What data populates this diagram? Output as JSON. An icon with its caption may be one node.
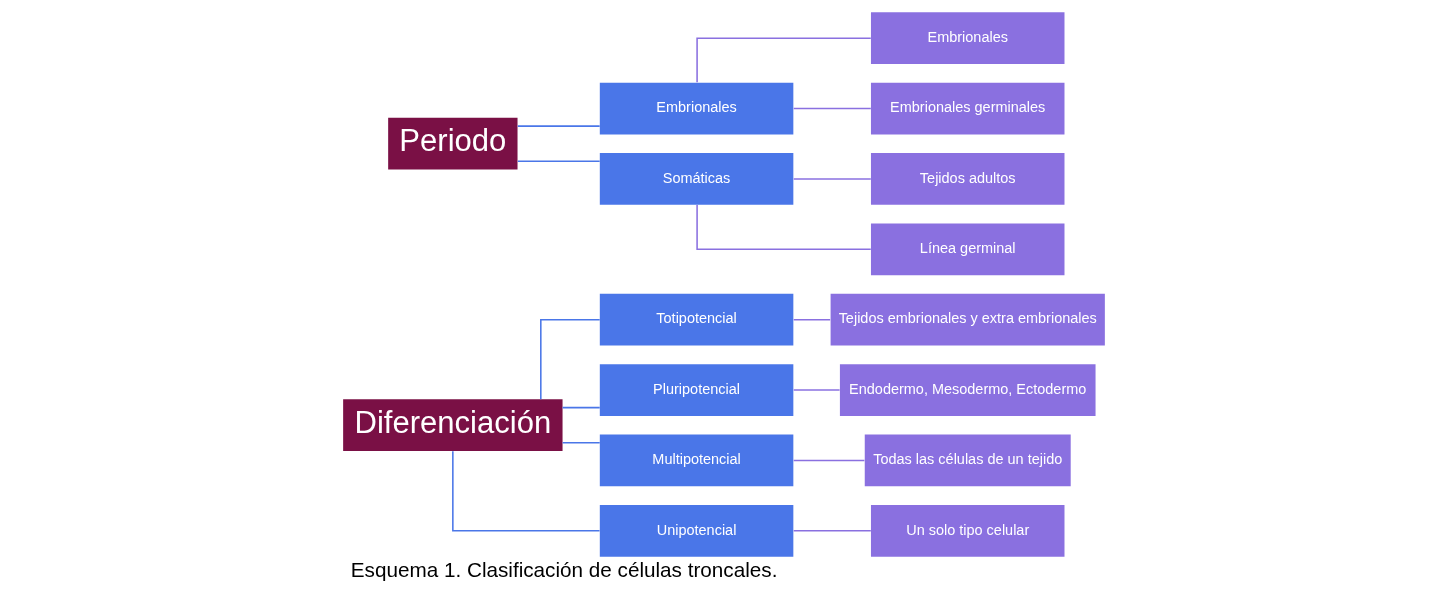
{
  "diagram": {
    "caption": "Esquema 1. Clasificación de células troncales.",
    "nodes": [
      {
        "text": [
          "Diferenciación"
        ]
      },
      {
        "text": [
          "Totipotencial"
        ]
      },
      {
        "text": [
          "Pluripotencial"
        ]
      },
      {
        "text": [
          "Multipotencial"
        ]
      },
      {
        "text": [
          "Unipotencial"
        ]
      },
      {
        "text": [
          "Tejidos embrionales y extra embrionales"
        ]
      },
      {
        "text": [
          "Endodermo, Mesodermo, Ectodermo"
        ]
      },
      {
        "text": [
          "Todas las células de un tejido"
        ]
      },
      {
        "text": [
          "Un solo tipo celular"
        ]
      },
      {
        "text": [
          "Periodo"
        ]
      },
      {
        "text": [
          "Embrionales"
        ]
      },
      {
        "text": [
          "Somáticas"
        ]
      },
      {
        "text": [
          "Embrionales"
        ]
      },
      {
        "text": [
          "Embrionales germinales"
        ]
      },
      {
        "text": [
          "Tejidos adultos"
        ]
      },
      {
        "text": [
          "Línea germinal"
        ]
      }
    ],
    "edges": [
      {
        "from": 0,
        "to": 1,
        "arrow": "none",
        "color": "#4a76e8"
      },
      {
        "from": 0,
        "to": 2,
        "arrow": "none",
        "color": "#4a76e8"
      },
      {
        "from": 0,
        "to": 3,
        "arrow": "none",
        "color": "#4a76e8"
      },
      {
        "from": 0,
        "to": 4,
        "arrow": "none",
        "color": "#4a76e8"
      },
      {
        "from": 1,
        "to": 5,
        "arrow": "none"
      },
      {
        "from": 2,
        "to": 6,
        "arrow": "none"
      },
      {
        "from": 3,
        "to": 7,
        "arrow": "none"
      },
      {
        "from": 4,
        "to": 8,
        "arrow": "none"
      },
      {
        "from": 9,
        "to": 10,
        "arrow": "none",
        "color": "#4a76e8"
      },
      {
        "from": 9,
        "to": 11,
        "arrow": "none",
        "color": "#4a76e8"
      },
      {
        "from": 10,
        "to": 12,
        "arrow": "none"
      },
      {
        "from": 10,
        "to": 13,
        "arrow": "none"
      },
      {
        "from": 11,
        "to": 14,
        "arrow": "none"
      },
      {
        "from": 11,
        "to": 15,
        "arrow": "none"
      }
    ]
  }
}
